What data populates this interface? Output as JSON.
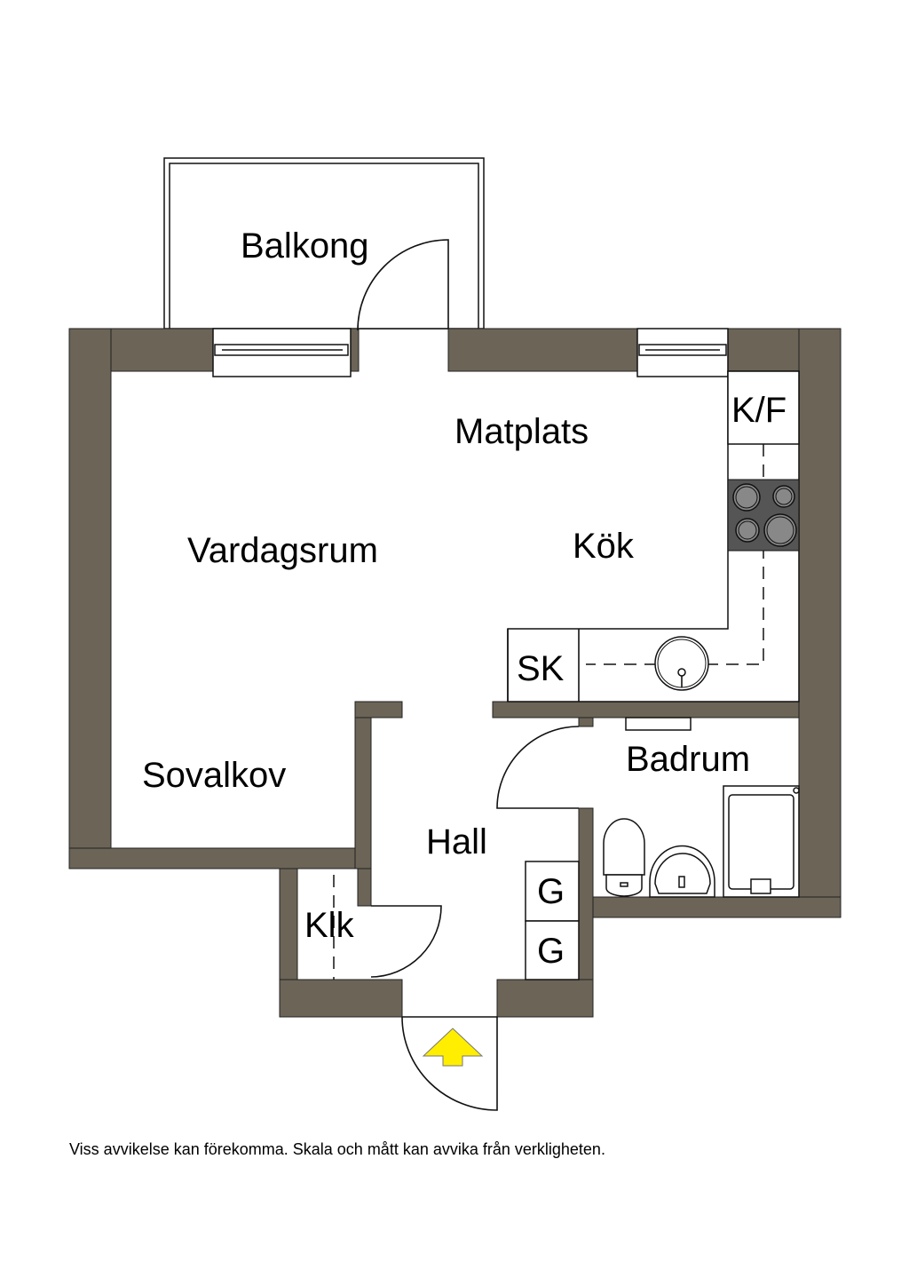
{
  "rooms": {
    "balkong": "Balkong",
    "matplats": "Matplats",
    "vardagsrum": "Vardagsrum",
    "kok": "Kök",
    "sovalkov": "Sovalkov",
    "hall": "Hall",
    "badrum": "Badrum",
    "klk": "Klk"
  },
  "fixtures": {
    "kf": "K/F",
    "sk": "SK",
    "g1": "G",
    "g2": "G"
  },
  "colors": {
    "wall": "#6b6457",
    "stove": "#555555",
    "entrance_arrow": "#ffee00"
  },
  "footer": "Viss avvikelse kan förekomma. Skala och mått kan avvika från verkligheten."
}
